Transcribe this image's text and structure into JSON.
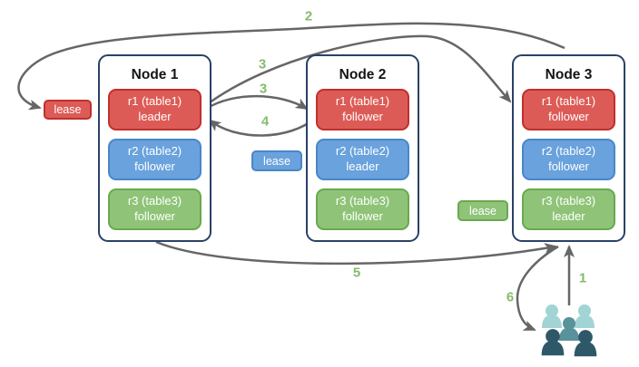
{
  "nodes": [
    {
      "title": "Node 1",
      "replicas": [
        {
          "label": "r1 (table1)",
          "role": "leader",
          "color": "red"
        },
        {
          "label": "r2 (table2)",
          "role": "follower",
          "color": "blue"
        },
        {
          "label": "r3 (table3)",
          "role": "follower",
          "color": "green"
        }
      ]
    },
    {
      "title": "Node 2",
      "replicas": [
        {
          "label": "r1 (table1)",
          "role": "follower",
          "color": "red"
        },
        {
          "label": "r2 (table2)",
          "role": "leader",
          "color": "blue"
        },
        {
          "label": "r3 (table3)",
          "role": "follower",
          "color": "green"
        }
      ]
    },
    {
      "title": "Node 3",
      "replicas": [
        {
          "label": "r1 (table1)",
          "role": "follower",
          "color": "red"
        },
        {
          "label": "r2 (table2)",
          "role": "follower",
          "color": "blue"
        },
        {
          "label": "r3 (table3)",
          "role": "leader",
          "color": "green"
        }
      ]
    }
  ],
  "lease_badges": [
    {
      "label": "lease",
      "color": "red"
    },
    {
      "label": "lease",
      "color": "blue"
    },
    {
      "label": "lease",
      "color": "green"
    }
  ],
  "step_labels": {
    "s1": "1",
    "s2": "2",
    "s3a": "3",
    "s3b": "3",
    "s4": "4",
    "s5": "5",
    "s6": "6"
  },
  "icons": {
    "users_group": "users-group-icon"
  },
  "colors": {
    "red_fill": "#dd5b56",
    "red_border": "#c0302c",
    "blue_fill": "#69a2dc",
    "blue_border": "#4a86c8",
    "green_fill": "#8fc478",
    "green_border": "#67a94f",
    "node_border": "#2a4168",
    "arrow": "#666666",
    "step_label": "#85bb6b",
    "users_back": "#a2d4d6",
    "users_mid": "#58929b",
    "users_front": "#2e5868"
  }
}
